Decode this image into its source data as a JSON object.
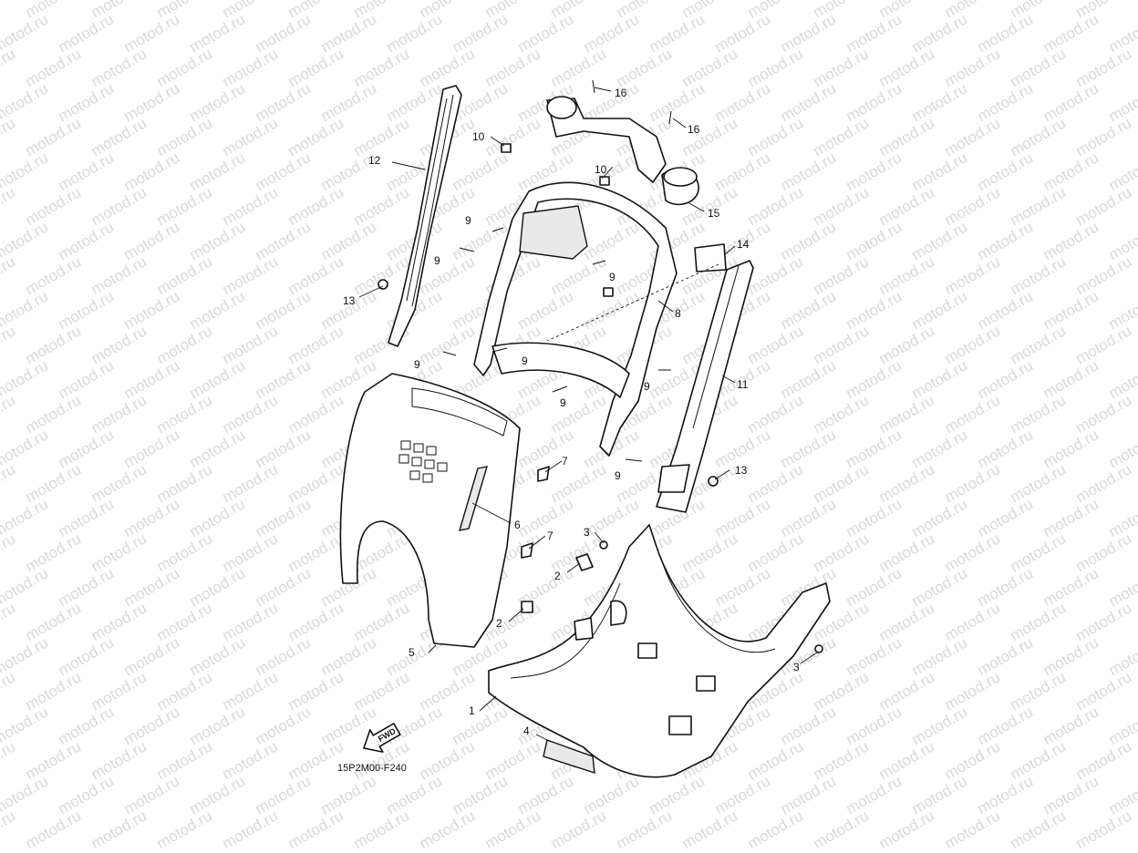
{
  "watermark": "motod.ru",
  "diagram_code": "15P2M00-F240",
  "fwd_label": "FWD",
  "part_labels": {
    "p1": "1",
    "p2": "2",
    "p3": "3",
    "p4": "4",
    "p5": "5",
    "p6": "6",
    "p7": "7",
    "p8": "8",
    "p9": "9",
    "p10": "10",
    "p11": "11",
    "p12": "12",
    "p13": "13",
    "p14": "14",
    "p15": "15",
    "p16": "16"
  }
}
